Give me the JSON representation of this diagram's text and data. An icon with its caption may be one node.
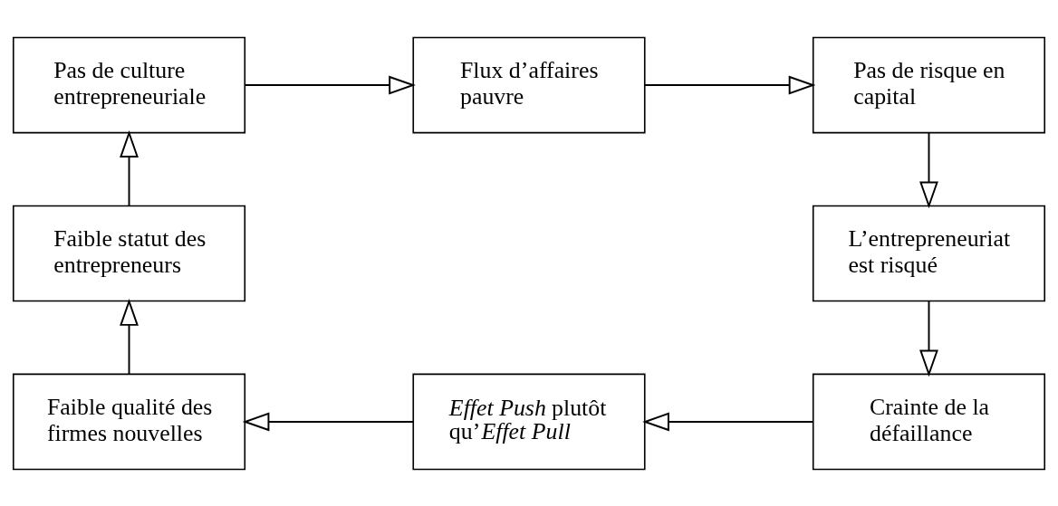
{
  "diagram": {
    "nodes": [
      {
        "text": [
          "Pas de culture entrepreneuriale"
        ]
      },
      {
        "text": [
          "Flux d’affaires pauvre"
        ]
      },
      {
        "text": [
          "Pas de risque en capital"
        ]
      },
      {
        "text": [
          "L’entrepreneuriat est risqué"
        ]
      },
      {
        "text": [
          "Crainte de la défaillance"
        ]
      },
      {
        "text": [
          "*Effet Push* plutôt qu’*Effet Pull*"
        ]
      },
      {
        "text": [
          "Faible qualité des firmes nouvelles"
        ]
      },
      {
        "text": [
          "Faible statut des entrepreneurs"
        ]
      }
    ],
    "edges": [
      {
        "from": 0,
        "to": 1,
        "arrow": "to"
      },
      {
        "from": 1,
        "to": 2,
        "arrow": "to"
      },
      {
        "from": 2,
        "to": 3,
        "arrow": "to"
      },
      {
        "from": 3,
        "to": 4,
        "arrow": "to"
      },
      {
        "from": 4,
        "to": 5,
        "arrow": "to"
      },
      {
        "from": 5,
        "to": 6,
        "arrow": "to"
      },
      {
        "from": 6,
        "to": 7,
        "arrow": "to"
      },
      {
        "from": 7,
        "to": 0,
        "arrow": "to"
      }
    ]
  }
}
